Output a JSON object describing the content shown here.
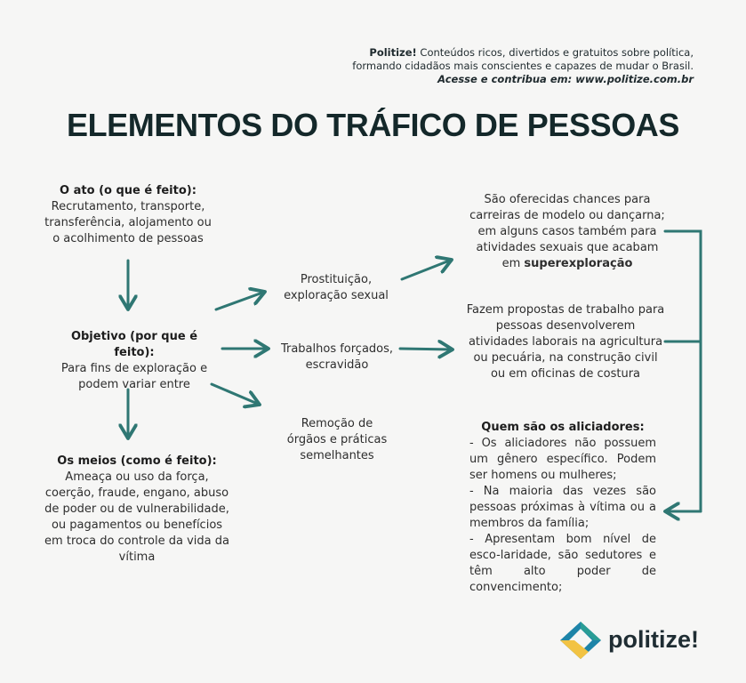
{
  "credits": {
    "brand": "Politize!",
    "line1_rest": " Conteúdos ricos, divertidos e gratuitos sobre política,",
    "line2": "formando cidadãos mais conscientes e capazes de mudar o Brasil.",
    "line3": "Acesse e contribua em: www.politize.com.br"
  },
  "title": "ELEMENTOS DO TRÁFICO DE PESSOAS",
  "ato": {
    "heading": "O ato (o que é feito):",
    "text": "Recrutamento, transporte, transferência, alojamento ou o acolhimento de pessoas"
  },
  "objetivo": {
    "heading": "Objetivo (por que é feito):",
    "text": "Para fins de exploração e podem variar entre"
  },
  "meios": {
    "heading": "Os meios (como é feito):",
    "text": "Ameaça ou uso da força, coerção, fraude, engano, abuso de poder ou de vulnerabilidade, ou pagamentos ou benefícios em troca do controle da vida da vítima"
  },
  "finalidades": [
    "Prostituição, exploração sexual",
    "Trabalhos forçados, escravidão",
    "Remoção de órgãos e práticas semelhantes"
  ],
  "detalhe_prostituicao": {
    "text": "São oferecidas chances para carreiras de modelo ou dançarna; em alguns casos também para atividades sexuais que acabam em ",
    "bold": "superexploração"
  },
  "detalhe_trabalho": "Fazem propostas de trabalho para pessoas desenvolverem atividades laborais na agricultura ou pecuária, na construção civil ou em oficinas de costura",
  "aliciadores": {
    "heading": "Quem são os aliciadores:",
    "items": [
      "- Os aliciadores não possuem um gênero específico. Podem ser homens ou mulheres;",
      "- Na maioria das vezes são pessoas próximas à vítima ou a membros da família;",
      "- Apresentam bom nível de esco-laridade, são sedutores e têm alto poder de  convencimento;"
    ]
  },
  "logo": {
    "text": "politize!"
  },
  "colors": {
    "arrow": "#2f7773",
    "title": "#14282a",
    "logo_blue": "#1d84a8",
    "logo_yellow": "#f2c343",
    "logo_teal": "#2a9d95"
  }
}
